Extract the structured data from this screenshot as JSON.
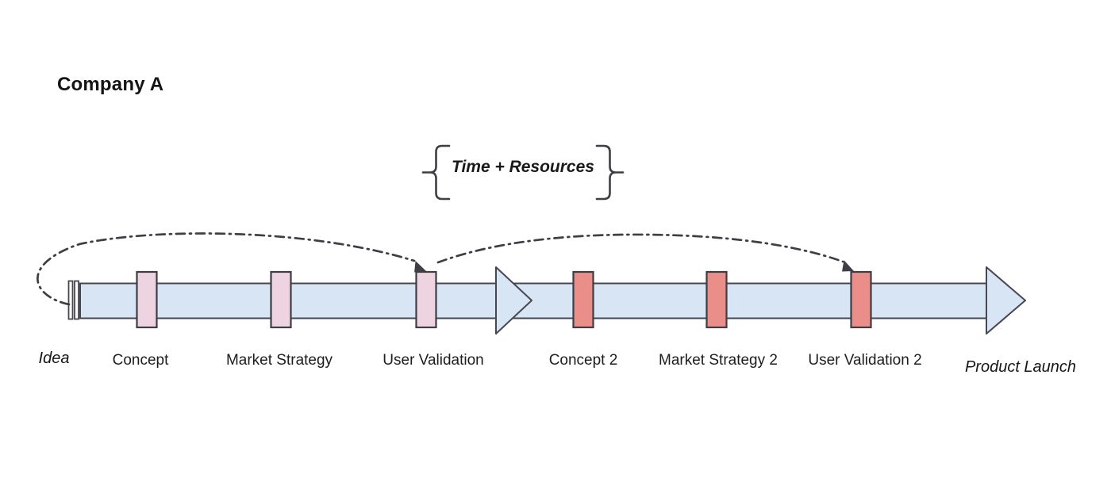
{
  "title": "Company A",
  "annotation": {
    "label": "Time + Resources"
  },
  "timeline": {
    "start_label": "Idea",
    "end_label": "Product Launch",
    "milestones": [
      {
        "label": "Concept",
        "phase": "first-iteration"
      },
      {
        "label": "Market Strategy",
        "phase": "first-iteration"
      },
      {
        "label": "User Validation",
        "phase": "first-iteration"
      },
      {
        "label": "Concept 2",
        "phase": "second-iteration"
      },
      {
        "label": "Market Strategy 2",
        "phase": "second-iteration"
      },
      {
        "label": "User Validation 2",
        "phase": "second-iteration"
      }
    ]
  },
  "colors": {
    "arrow_fill": "#d8e5f5",
    "arrow_stroke": "#474750",
    "marker_light_fill": "#eed4e0",
    "marker_dark_fill": "#ea8e8a",
    "marker_stroke": "#3d3d45",
    "arc_stroke": "#3e3e45",
    "text": "#1d1d1f",
    "background": "#ffffff"
  }
}
